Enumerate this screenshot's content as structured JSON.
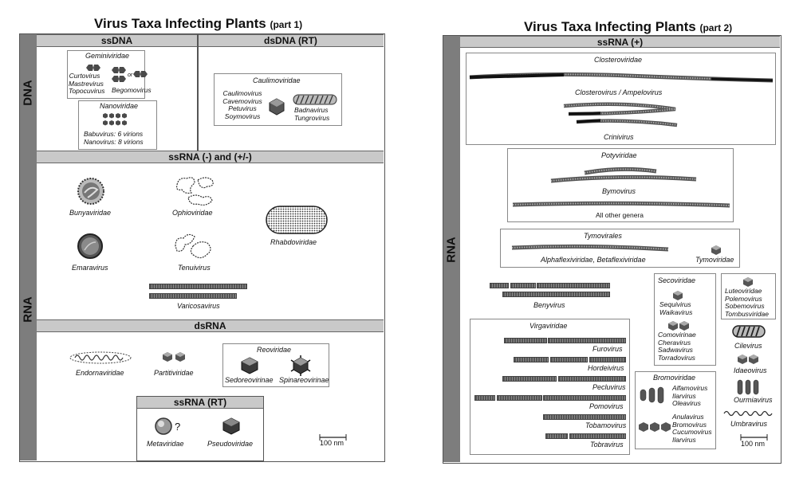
{
  "left": {
    "title": "Virus Taxa Infecting Plants",
    "title_part": "(part 1)",
    "side_labels": {
      "dna": "DNA",
      "rna": "RNA"
    },
    "bands": {
      "ssdna": "ssDNA",
      "dsdna_rt": "dsDNA (RT)",
      "ssrna_neg": "ssRNA (-) and (+/-)",
      "dsrna": "dsRNA",
      "ssrna_rt": "ssRNA (RT)"
    },
    "geminiviridae": {
      "family": "Geminiviridae",
      "genera_a": "Curtovirus\nMastrevirus\nTopocuvirus",
      "or": "or",
      "genera_b": "Begomovirus"
    },
    "nanoviridae": {
      "family": "Nanoviridae",
      "genera": "Babuvirus: 6 virions\nNanovirus: 8 virions"
    },
    "caulimoviridae": {
      "family": "Caulimoviridae",
      "genera_a": "Caulimovirus\nCavemovirus\nPetuvirus\nSoymovirus",
      "genera_b": "Badnavirus\nTungrovirus"
    },
    "ssrna_neg_taxa": {
      "bunyaviridae": "Bunyaviridae",
      "ophioviridae": "Ophioviridae",
      "rhabdoviridae": "Rhabdoviridae",
      "emaravirus": "Emaravirus",
      "tenuivirus": "Tenuivirus",
      "varicosavirus": "Varicosavirus"
    },
    "dsrna_taxa": {
      "endornaviridae": "Endornaviridae",
      "partitiviridae": "Partitiviridae",
      "reoviridae": "Reoviridae",
      "sedoreovirinae": "Sedoreovirinae",
      "spinareovirinae": "Spinareovirinae"
    },
    "ssrna_rt_taxa": {
      "metaviridae": "Metaviridae",
      "question": "?",
      "pseudoviridae": "Pseudoviridae"
    },
    "scale": "100 nm"
  },
  "right": {
    "title": "Virus Taxa Infecting Plants",
    "title_part": "(part 2)",
    "side_label": "RNA",
    "band": "ssRNA (+)",
    "closteroviridae": {
      "family": "Closteroviridae",
      "genus_a": "Closterovirus / Ampelovirus",
      "genus_b": "Crinivirus"
    },
    "potyviridae": {
      "family": "Potyviridae",
      "genus_a": "Bymovirus",
      "genus_b": "All other genera"
    },
    "tymovirales": {
      "family": "Tymovirales",
      "genus_a": "Alphaflexiviridae, Betaflexiviridae",
      "genus_b": "Tymoviridae"
    },
    "benyvirus": "Benyvirus",
    "secoviridae": {
      "family": "Secoviridae",
      "genera_a": "Sequivirus\nWaikavirus",
      "genera_b": "Comovirinae\nCheravirus\nSadwavirus\nTorradovirus"
    },
    "luteo": "Luteoviridae\nPolemovirus\nSobemovirus\nTombusviridae",
    "virgaviridae": {
      "family": "Virgaviridae",
      "genera": [
        "Furovirus",
        "Hordeivirus",
        "Pecluvirus",
        "Pomovirus",
        "Tobamovirus",
        "Tobravirus"
      ]
    },
    "bromoviridae": {
      "family": "Bromoviridae",
      "genera_a": "Alfamovirus\nIlarvirus\nOleavirus",
      "genera_b": "Anulavirus\nBromovirus\nCucumovirus\nIlarvirus"
    },
    "cilevirus": "Cilevirus",
    "idaeovirus": "Idaeovirus",
    "ourmiavirus": "Ourmiavirus",
    "umbravirus": "Umbravirus",
    "scale": "100 nm"
  },
  "colors": {
    "sidebar": "#7d7d7d",
    "band": "#c9c9c9",
    "border": "#555555",
    "particle": "#4a4a4a"
  }
}
